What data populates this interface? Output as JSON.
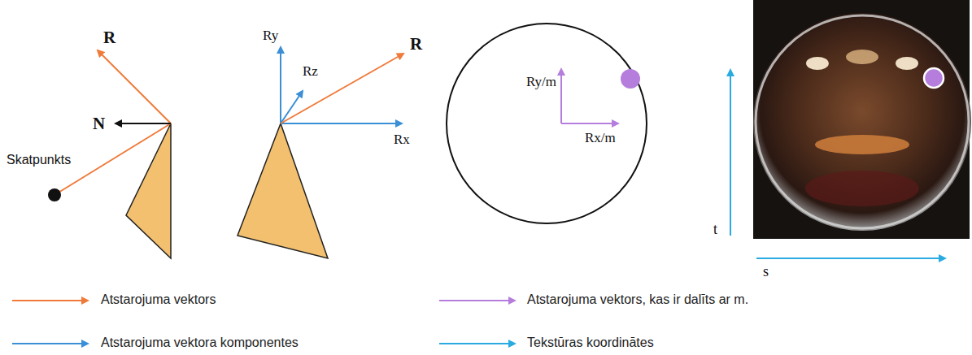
{
  "diagram": {
    "nodes": [
      {
        "text": [
          "Ry/m",
          "Rx/m"
        ]
      }
    ],
    "labels": [
      "R",
      "N",
      "Skatpunkts",
      "Ry",
      "Rz",
      "R",
      "Rx",
      "t",
      "s"
    ],
    "legend": [
      {
        "text": "Atstarojuma vektors"
      },
      {
        "text": "Atstarojuma vektors, kas ir dalīts ar m."
      },
      {
        "text": "Atstarojuma vektora komponentes"
      },
      {
        "text": "Tekstūras koordinātes"
      }
    ]
  }
}
